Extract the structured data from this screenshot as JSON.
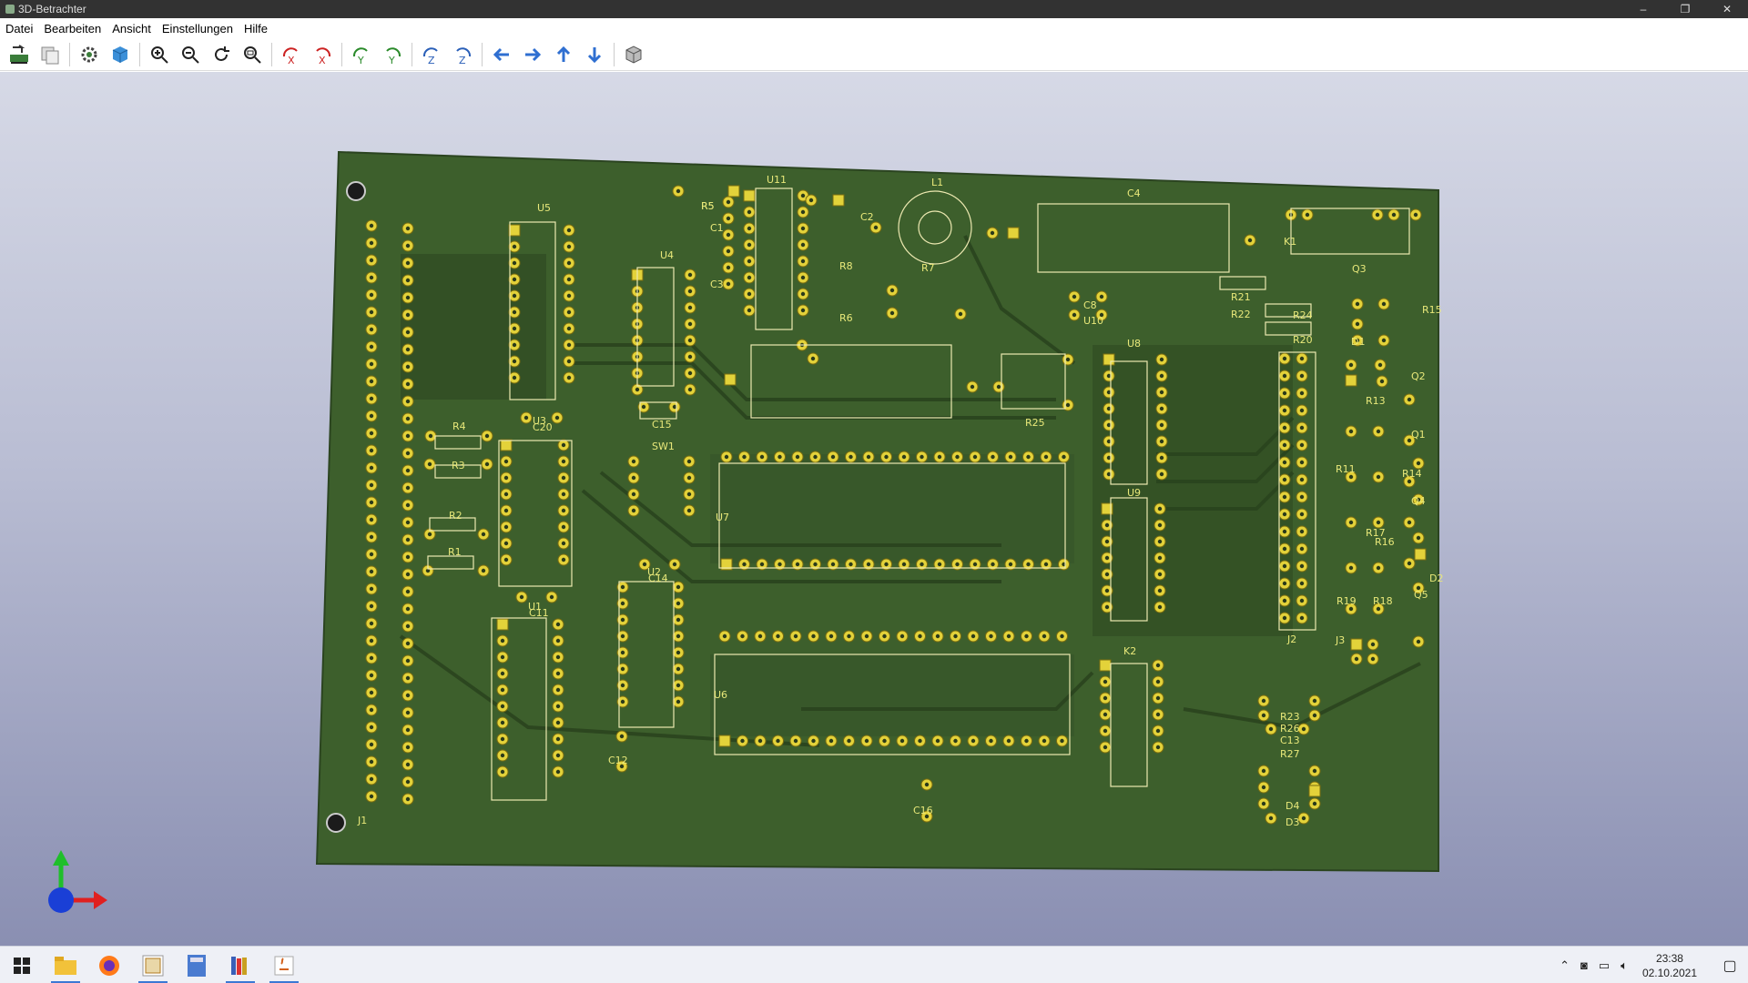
{
  "window": {
    "title": "3D-Betrachter",
    "minimize": "–",
    "maximize": "❐",
    "close": "✕"
  },
  "menu": [
    "Datei",
    "Bearbeiten",
    "Ansicht",
    "Einstellungen",
    "Hilfe"
  ],
  "toolbar_icons": [
    "reload-board-icon",
    "copy-image-icon",
    "settings-gear-icon",
    "raytracing-cube-icon",
    "zoom-in-icon",
    "zoom-out-icon",
    "redraw-icon",
    "zoom-fit-icon",
    "rotate-x-cw-icon",
    "rotate-x-ccw-icon",
    "rotate-y-cw-icon",
    "rotate-y-ccw-icon",
    "rotate-z-cw-icon",
    "rotate-z-ccw-icon",
    "pan-left-icon",
    "pan-right-icon",
    "pan-up-icon",
    "pan-down-icon",
    "ortho-cube-icon"
  ],
  "board": {
    "colors": {
      "pcb": "#3d5f2c",
      "pcb_dark": "#2f4a22",
      "pad": "#e3d23a",
      "silk": "#ece8b0",
      "hole": "#1b1b1b"
    },
    "labels": [
      "L1",
      "C4",
      "U11",
      "R5",
      "C1",
      "C3",
      "U5",
      "U4",
      "C2",
      "R8",
      "R7",
      "R6",
      "R5",
      "K1",
      "D1",
      "R21",
      "R22",
      "R24",
      "R20",
      "Q3",
      "R15",
      "C8",
      "U10",
      "U8",
      "Q2",
      "R13",
      "Q1",
      "R14",
      "R11",
      "Q4",
      "R17",
      "R16",
      "D2",
      "R19",
      "R18",
      "Q5",
      "J2",
      "J3",
      "R25",
      "U9",
      "C15",
      "R4",
      "R3",
      "R2",
      "R1",
      "U3",
      "C20",
      "SW1",
      "U7",
      "U2",
      "C14",
      "U1",
      "C11",
      "C12",
      "U6",
      "K2",
      "R23",
      "R26",
      "C13",
      "R27",
      "C16",
      "D4",
      "D3",
      "J1"
    ]
  },
  "taskbar": {
    "apps": [
      "start-windows-icon",
      "file-explorer-icon",
      "firefox-icon",
      "kicad-pcb-icon",
      "calculator-icon",
      "library-icon",
      "java-icon"
    ],
    "time": "23:38",
    "date": "02.10.2021"
  }
}
